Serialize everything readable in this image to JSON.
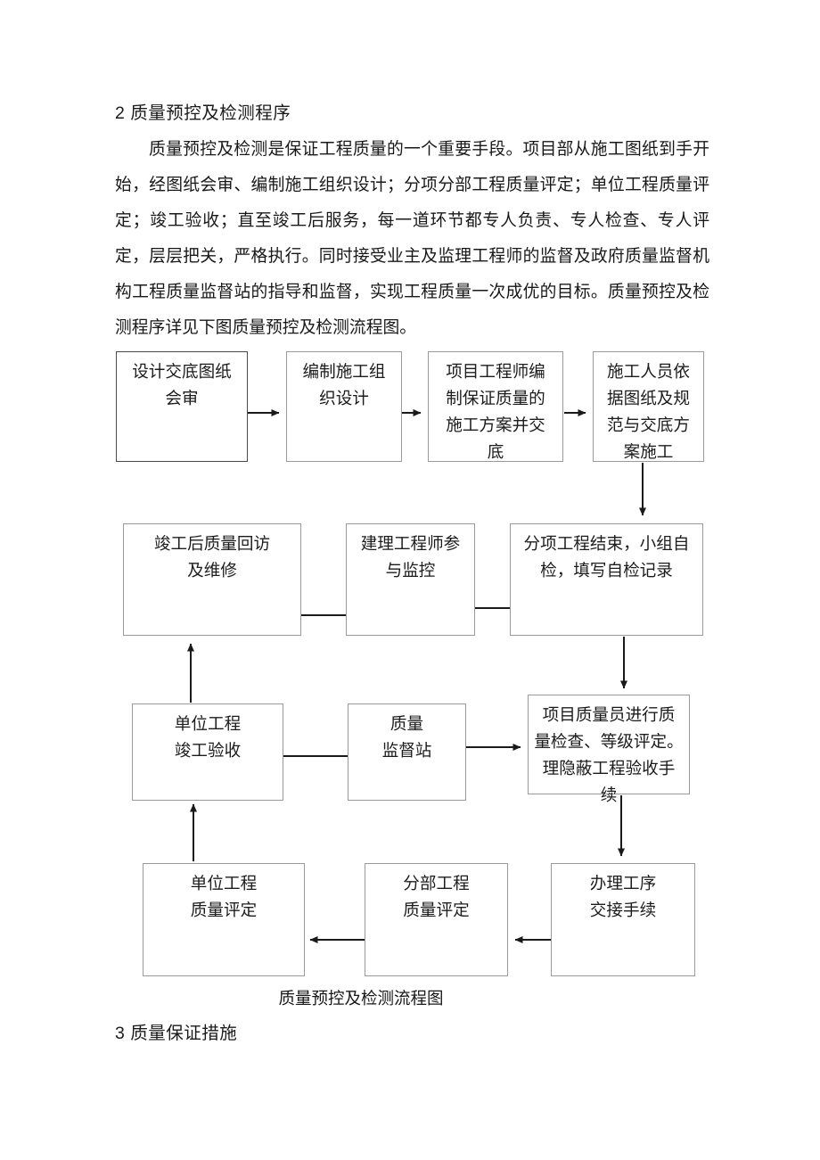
{
  "document": {
    "section_2_heading": "2 质量预控及检测程序",
    "section_2_paragraph": "质量预控及检测是保证工程质量的一个重要手段。项目部从施工图纸到手开始，经图纸会审、编制施工组织设计；分项分部工程质量评定；单位工程质量评定；竣工验收；直至竣工后服务，每一道环节都专人负责、专人检查、专人评定，层层把关，严格执行。同时接受业主及监理工程师的监督及政府质量监督机构工程质量监督站的指导和监督，实现工程质量一次成优的目标。质量预控及检测程序详见下图质量预控及检测流程图。",
    "figure_caption": "质量预控及检测流程图",
    "section_3_heading": "3 质量保证措施"
  },
  "flowchart": {
    "title": "质量预控及检测流程图",
    "boxes": [
      {
        "id": "design-disclosure",
        "label": "设计交底图纸\n会审",
        "row": 1,
        "col": 1
      },
      {
        "id": "construction-org-design",
        "label": "编制施工组\n织设计",
        "row": 1,
        "col": 2
      },
      {
        "id": "engineer-quality-plan",
        "label": "项目工程师编\n制保证质量的\n施工方案并交\n底",
        "row": 1,
        "col": 3
      },
      {
        "id": "workers-follow-drawings",
        "label": "施工人员依\n据图纸及规\n范与交底方\n案施工",
        "row": 1,
        "col": 4
      },
      {
        "id": "post-completion-revisit",
        "label": "竣工后质量回访\n及维修",
        "row": 2,
        "col": 1
      },
      {
        "id": "supervisor-monitoring",
        "label": "建理工程师参\n与监控",
        "row": 2,
        "col": 2
      },
      {
        "id": "subitem-selfcheck",
        "label": "分项工程结束，小组自\n检，填写自检记录",
        "row": 2,
        "col": 3
      },
      {
        "id": "unit-project-acceptance",
        "label": "单位工程\n竣工验收",
        "row": 3,
        "col": 1
      },
      {
        "id": "quality-supervision-station",
        "label": "质量\n监督站",
        "row": 3,
        "col": 2
      },
      {
        "id": "quality-inspector-grading",
        "label": "项目质量员进行质\n量检查、等级评定。\n理隐蔽工程验收手\n续",
        "row": 3,
        "col": 3
      },
      {
        "id": "unit-project-rating",
        "label": "单位工程\n质量评定",
        "row": 4,
        "col": 1
      },
      {
        "id": "division-project-rating",
        "label": "分部工程\n质量评定",
        "row": 4,
        "col": 2
      },
      {
        "id": "process-handover",
        "label": "办理工序\n交接手续",
        "row": 4,
        "col": 3
      }
    ],
    "connector_color": "#1a1a1a",
    "box_border_color": "#9a9a9a",
    "box_border_color_strong": "#4a4a4a"
  }
}
